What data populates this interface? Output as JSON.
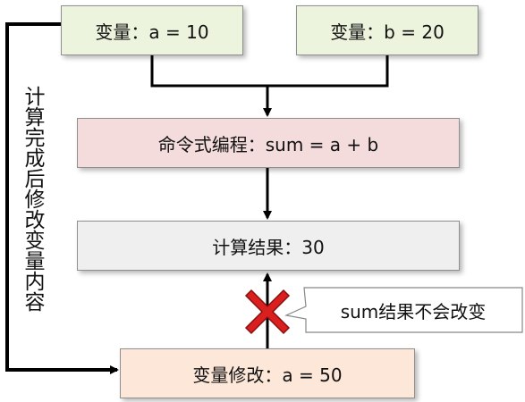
{
  "nodes": {
    "var_a": "变量：a = 10",
    "var_b": "变量：b = 20",
    "imperative": "命令式编程：sum = a + b",
    "result": "计算结果：30",
    "modify": "变量修改：a = 50"
  },
  "side_label": "计算完成后修改变量内容",
  "callout": "sum结果不会改变",
  "colors": {
    "green_box": "#edf4dd",
    "red_box": "#f4dcdc",
    "gray_box": "#efefef",
    "peach_box": "#fce7d9",
    "cross": "#d9201f",
    "line": "#000000"
  },
  "icons": {
    "blocked": "red-cross-icon"
  }
}
